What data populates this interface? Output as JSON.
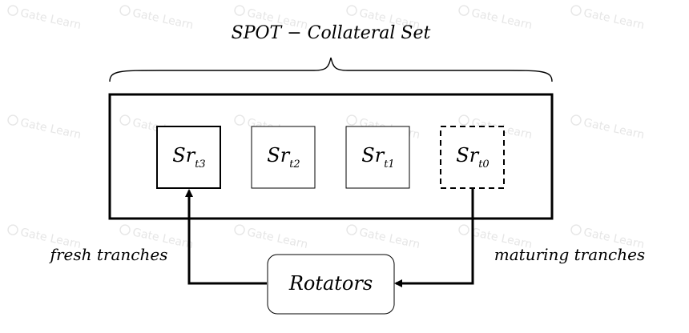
{
  "title": "SPOT − Collateral Set",
  "tranches": [
    {
      "base": "Sr",
      "sub": "t3",
      "style": "solid-bold"
    },
    {
      "base": "Sr",
      "sub": "t2",
      "style": "solid-thin"
    },
    {
      "base": "Sr",
      "sub": "t1",
      "style": "solid-thin"
    },
    {
      "base": "Sr",
      "sub": "t0",
      "style": "dashed"
    }
  ],
  "rotators_label": "Rotators",
  "left_flow_label": "fresh tranches",
  "right_flow_label": "maturing tranches",
  "watermark_text": "Gate Learn",
  "colors": {
    "stroke": "#000000",
    "watermark": "#e6e6e6"
  }
}
